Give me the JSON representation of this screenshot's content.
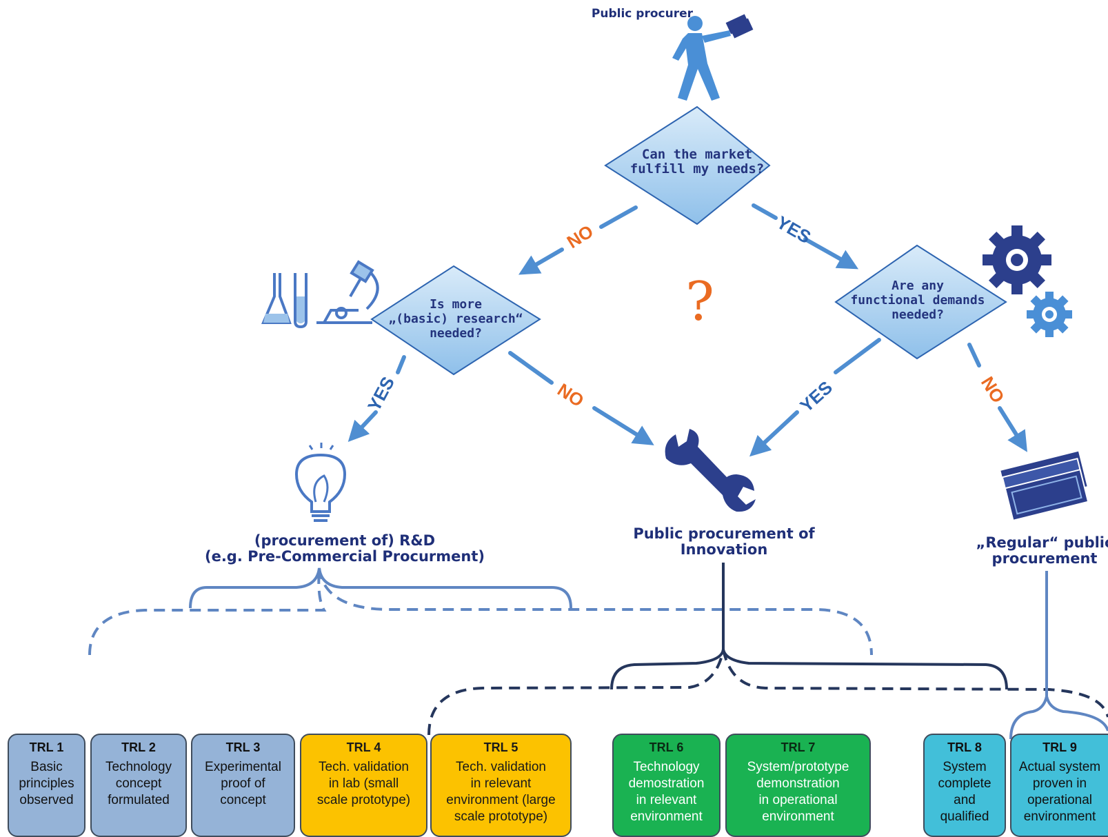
{
  "actor": {
    "label": "Public procurer"
  },
  "decisions": {
    "market": "Can the market\nfulfill my needs?",
    "research": "Is more\n„(basic) research“\nneeded?",
    "functional": "Are any\nfunctional demands\nneeded?"
  },
  "edges": {
    "market_no": "NO",
    "market_yes": "YES",
    "research_yes": "YES",
    "research_no": "NO",
    "functional_yes": "YES",
    "functional_no": "NO",
    "center_question": "?"
  },
  "outcomes": {
    "rd": "(procurement of) R&D\n(e.g. Pre-Commercial Procurment)",
    "ppi": "Public procurement of\nInnovation",
    "regular": "„Regular“ public\nprocurement"
  },
  "trl": [
    {
      "title": "TRL 1",
      "desc": "Basic\nprinciples\nobserved",
      "color": "#95b3d7"
    },
    {
      "title": "TRL 2",
      "desc": "Technology\nconcept\nformulated",
      "color": "#95b3d7"
    },
    {
      "title": "TRL 3",
      "desc": "Experimental\nproof of\nconcept",
      "color": "#95b3d7"
    },
    {
      "title": "TRL 4",
      "desc": "Tech. validation\nin lab (small\nscale prototype)",
      "color": "#fcc200"
    },
    {
      "title": "TRL 5",
      "desc": "Tech. validation\nin relevant\nenvironment (large\nscale prototype)",
      "color": "#fcc200"
    },
    {
      "title": "TRL 6",
      "desc": "Technology\ndemostration\nin relevant\nenvironment",
      "color": "#1ab252"
    },
    {
      "title": "TRL 7",
      "desc": "System/prototype\ndemonstration\nin operational\nenvironment",
      "color": "#1ab252"
    },
    {
      "title": "TRL 8",
      "desc": "System\ncomplete\nand\nqualified",
      "color": "#42bfd9"
    },
    {
      "title": "TRL 9",
      "desc": "Actual system\nproven in\noperational\nenvironment",
      "color": "#42bfd9"
    }
  ],
  "icons": {
    "actor": "walking-person-icon",
    "lab": "lab-flask-icon",
    "microscope": "microscope-icon",
    "gears": "gears-icon",
    "bulb": "lightbulb-icon",
    "wrench": "wrench-icon",
    "money": "banknotes-icon"
  }
}
